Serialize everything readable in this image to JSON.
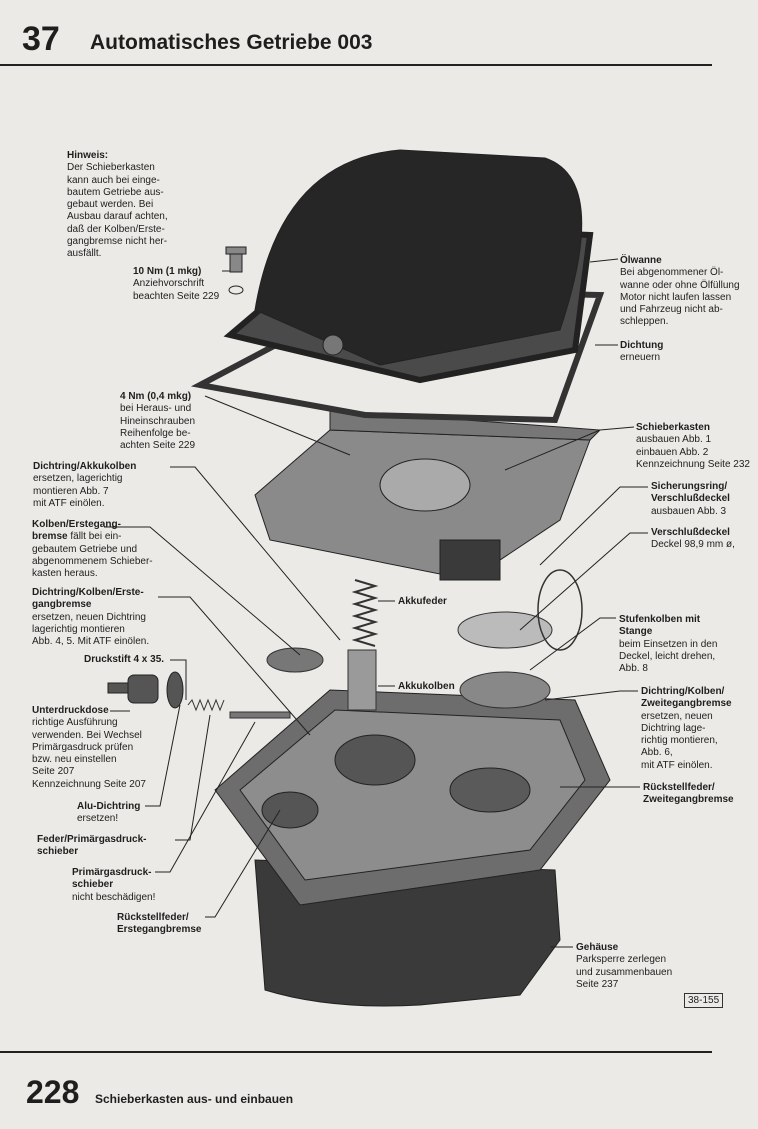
{
  "header": {
    "chapter": "37",
    "title": "Automatisches Getriebe 003"
  },
  "footer": {
    "page": "228",
    "title": "Schieberkasten aus- und einbauen"
  },
  "figure_id": "38-155",
  "labels": {
    "hinweis": {
      "title": "Hinweis:",
      "lines": [
        "Der Schieberkasten",
        "kann auch bei einge-",
        "bautem Getriebe aus-",
        "gebaut werden. Bei",
        "Ausbau darauf achten,",
        "daß der Kolben/Erste-",
        "gangbremse nicht her-",
        "ausfällt."
      ]
    },
    "torque10": {
      "title": "10 Nm (1 mkg)",
      "lines": [
        "Anziehvorschrift",
        "beachten Seite 229"
      ]
    },
    "oelwanne": {
      "title": "Ölwanne",
      "lines": [
        "Bei abgenommener Öl-",
        "wanne oder ohne Ölfüllung",
        "Motor nicht laufen lassen",
        "und Fahrzeug nicht ab-",
        "schleppen."
      ]
    },
    "dichtung": {
      "title": "Dichtung",
      "lines": [
        "erneuern"
      ]
    },
    "torque4": {
      "title": "4 Nm (0,4 mkg)",
      "lines": [
        "bei Heraus- und",
        "Hineinschrauben",
        "Reihenfolge be-",
        "achten Seite 229"
      ]
    },
    "schieberkasten": {
      "title": "Schieberkasten",
      "lines": [
        "ausbauen Abb. 1",
        "einbauen Abb. 2",
        "Kennzeichnung Seite 232"
      ]
    },
    "dichtring_akku": {
      "title": "Dichtring/Akkukolben",
      "lines": [
        "ersetzen, lagerichtig",
        "montieren Abb. 7",
        "mit ATF einölen."
      ]
    },
    "sicherungsring": {
      "title1": "Sicherungsring/",
      "title2": "Verschlußdeckel",
      "lines": [
        "ausbauen Abb. 3"
      ]
    },
    "verschlussdeckel": {
      "title": "Verschlußdeckel",
      "lines": [
        "Deckel 98,9 mm ø,"
      ]
    },
    "kolben_erste": {
      "title1": "Kolben/Erstegang-",
      "title2": "bremse",
      "rest": " fällt bei ein-",
      "lines": [
        "gebautem Getriebe und",
        "abgenommenem Schieber-",
        "kasten heraus."
      ]
    },
    "akkufeder": {
      "title": "Akkufeder"
    },
    "dichtring_erste": {
      "title1": "Dichtring/Kolben/Erste-",
      "title2": "gangbremse",
      "lines": [
        "ersetzen, neuen Dichtring",
        "lagerichtig montieren",
        "Abb. 4, 5. Mit ATF einölen."
      ]
    },
    "stufenkolben": {
      "title1": "Stufenkolben mit",
      "title2": "Stange",
      "lines": [
        "beim Einsetzen in den",
        "Deckel, leicht drehen,",
        "Abb. 8"
      ]
    },
    "druckstift": {
      "title": "Druckstift 4 x 35."
    },
    "akkukolben": {
      "title": "Akkukolben"
    },
    "dichtring_zweite": {
      "title1": "Dichtring/Kolben/",
      "title2": "Zweitegangbremse",
      "lines": [
        "ersetzen, neuen",
        "Dichtring lage-",
        "richtig montieren,",
        "Abb. 6,",
        "mit ATF einölen."
      ]
    },
    "unterdruckdose": {
      "title": "Unterdruckdose",
      "lines": [
        "richtige Ausführung",
        "verwenden. Bei Wechsel",
        "Primärgasdruck prüfen",
        "bzw. neu einstellen",
        "Seite 207",
        "Kennzeichnung Seite 207"
      ]
    },
    "rueck_zweite": {
      "title1": "Rückstellfeder/",
      "title2": "Zweitegangbremse"
    },
    "alu": {
      "title": "Alu-Dichtring",
      "lines": [
        "ersetzen!"
      ]
    },
    "feder_primaer": {
      "title1": "Feder/Primärgasdruck-",
      "title2": "schieber"
    },
    "primaer": {
      "title1": "Primärgasdruck-",
      "title2": "schieber",
      "lines": [
        "nicht beschädigen!"
      ]
    },
    "rueck_erste": {
      "title1": "Rückstellfeder/",
      "title2": "Erstegangbremse"
    },
    "gehaeuse": {
      "title": "Gehäuse",
      "lines": [
        "Parksperre zerlegen",
        "und zusammenbauen",
        "Seite 237"
      ]
    }
  }
}
